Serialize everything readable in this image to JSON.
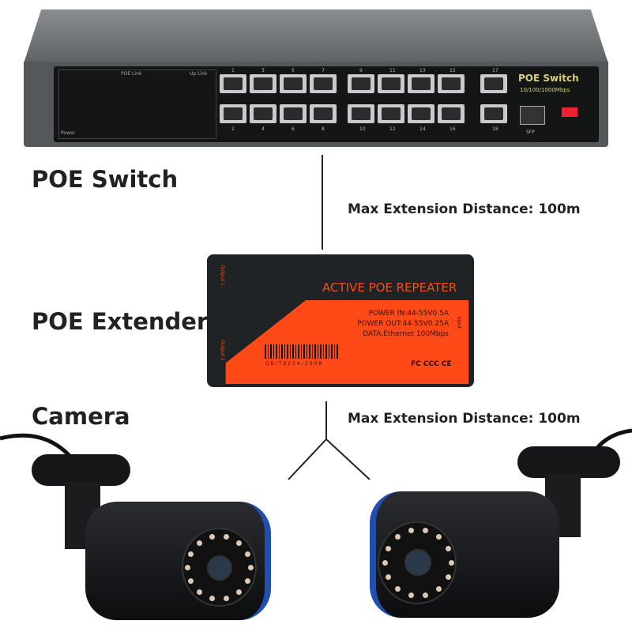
{
  "switch": {
    "brand_label": "POE Switch",
    "speed_label": "10/100/1000Mbps",
    "sfp_label": "SFP",
    "port_numbers_top": [
      "1",
      "3",
      "5",
      "7",
      "9",
      "11",
      "13",
      "15",
      "17"
    ],
    "port_numbers_bottom": [
      "2",
      "4",
      "6",
      "8",
      "10",
      "12",
      "14",
      "16",
      "18"
    ],
    "led_header": "POE Link",
    "led_header2": "Up Link",
    "power_label": "Power"
  },
  "labels": {
    "switch": "POE Switch",
    "extender": "POE Extender",
    "camera": "Camera",
    "distance_top": "Max Extension Distance: 100m",
    "distance_bottom": "Max Extension Distance: 100m"
  },
  "extender": {
    "title": "ACTIVE POE REPEATER",
    "power_in": "POWER IN:44-55V0.5A",
    "power_out": "POWER OUT:44-55V0.25A",
    "data": "DATA:Ethernet 100Mbps",
    "barcode_text": "GB/T9254-2008",
    "output1": "Output 1",
    "output2": "Output 2",
    "input": "Input",
    "certs": "FC CCC CE"
  },
  "colors": {
    "extender_orange": "#ff4a17",
    "camera_ring": "#1f4fb0",
    "switch_label": "#d9cf7a"
  }
}
